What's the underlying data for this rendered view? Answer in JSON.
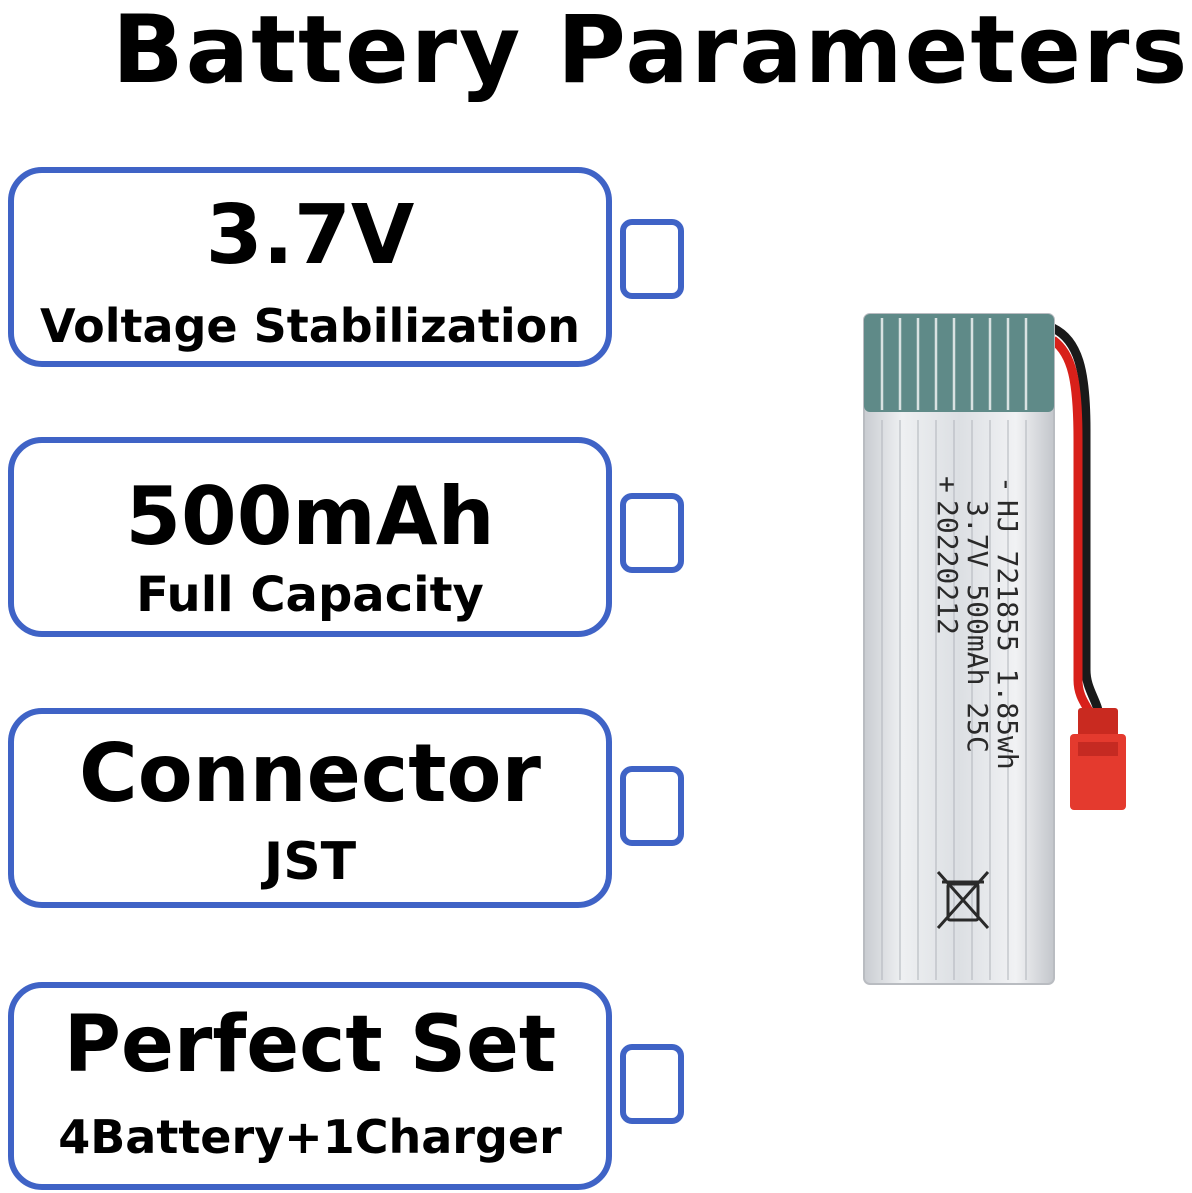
{
  "title": "Battery Parameters",
  "specs": [
    {
      "value": "3.7V",
      "label": "Voltage Stabilization"
    },
    {
      "value": "500mAh",
      "label": "Full Capacity"
    },
    {
      "value": "Connector",
      "label": "JST"
    },
    {
      "value": "Perfect Set",
      "label": "4Battery+1Charger"
    }
  ],
  "battery_label": {
    "line1": "HJ 721855 1.85wh",
    "line2": "3.7V 500mAh 25C",
    "line3": "20220212",
    "minus": "-",
    "plus": "+"
  },
  "colors": {
    "card_border": "#3f63c6",
    "battery_foil": "#dadde2",
    "battery_cap": "#5f8a88",
    "wire_red": "#d8201a",
    "connector_red": "#e43a2e"
  }
}
